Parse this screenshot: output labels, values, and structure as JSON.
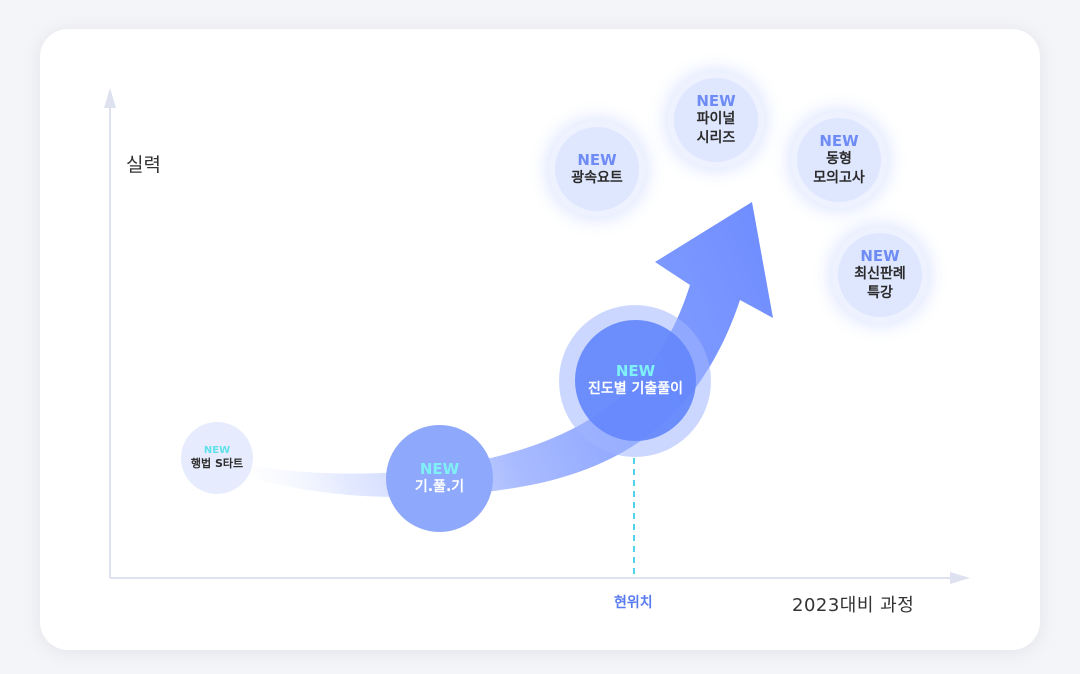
{
  "axes": {
    "y_label": "실력",
    "x_label": "2023대비 과정",
    "current_marker": "현위치"
  },
  "colors": {
    "axis": "#dde1f0",
    "arrow": "#7a97ff",
    "marker_line": "#4fd3ea",
    "tag_cyan": "#7ff0f5",
    "tag_blue": "#6f8cf5"
  },
  "nodes": [
    {
      "id": "start",
      "tag": "NEW",
      "title": "행법 S타트"
    },
    {
      "id": "gipulgi",
      "tag": "NEW",
      "title": "기.풀.기"
    },
    {
      "id": "main",
      "tag": "NEW",
      "title": "진도별 기출풀이"
    },
    {
      "id": "gwangsok",
      "tag": "NEW",
      "title": "광속요트"
    },
    {
      "id": "final",
      "tag": "NEW",
      "title": "파이널\n시리즈"
    },
    {
      "id": "dong",
      "tag": "NEW",
      "title": "동형\n모의고사"
    },
    {
      "id": "latest",
      "tag": "NEW",
      "title": "최신판례\n특강"
    }
  ]
}
